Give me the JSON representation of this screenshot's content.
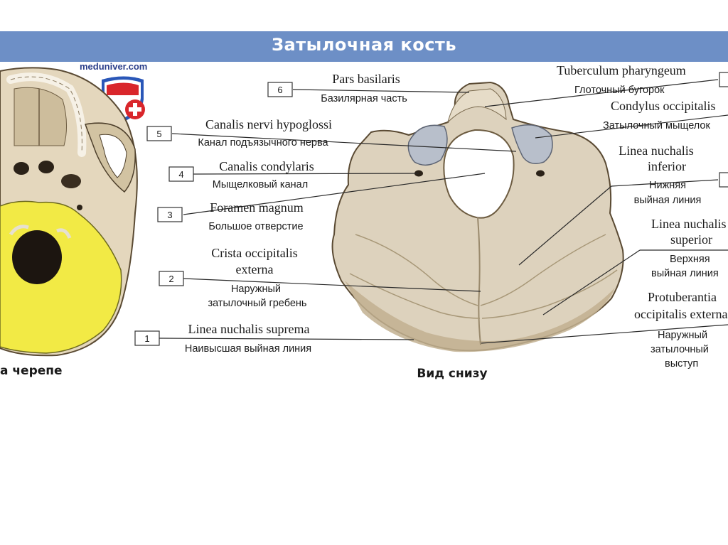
{
  "title": "Затылочная кость",
  "site": "meduniver.com",
  "captions": {
    "left": "а черепе",
    "center": "Вид снизу"
  },
  "labels": {
    "l6": {
      "num": "6",
      "latin": "Pars basilaris",
      "russian": "Базилярная часть"
    },
    "l5": {
      "num": "5",
      "latin": "Canalis nervi hypoglossi",
      "russian": "Канал подъязычного нерва"
    },
    "l4": {
      "num": "4",
      "latin": "Canalis condylaris",
      "russian": "Мыщелковый канал"
    },
    "l3": {
      "num": "3",
      "latin": "Foramen magnum",
      "russian": "Большое отверстие"
    },
    "l2": {
      "num": "2",
      "latin1": "Crista occipitalis",
      "latin2": "externa",
      "russian1": "Наружный",
      "russian2": "затылочный гребень"
    },
    "l1": {
      "num": "1",
      "latin": "Linea nuchalis suprema",
      "russian": "Наивысшая выйная линия"
    },
    "r1": {
      "latin": "Tuberculum pharyngeum",
      "russian": "Глоточный бугорок"
    },
    "r2": {
      "latin": "Condylus occipitalis",
      "russian": "Затылочный мыщелок"
    },
    "r3": {
      "latin1": "Linea nuchalis",
      "latin2": "inferior",
      "russian1": "Нижняя",
      "russian2": "выйная линия"
    },
    "r4": {
      "latin1": "Linea nuchalis",
      "latin2": "superior",
      "russian1": "Верхняя",
      "russian2": "выйная линия"
    },
    "r5": {
      "latin1": "Protuberantia",
      "latin2": "occipitalis externa",
      "russian1": "Наружный",
      "russian2": "затылочный",
      "russian3": "выступ"
    }
  },
  "colors": {
    "banner": "#6d8fc6",
    "bone": "#ddd2bd",
    "skull_highlight": "#f2ea45",
    "condyle": "#b8bfcb"
  }
}
